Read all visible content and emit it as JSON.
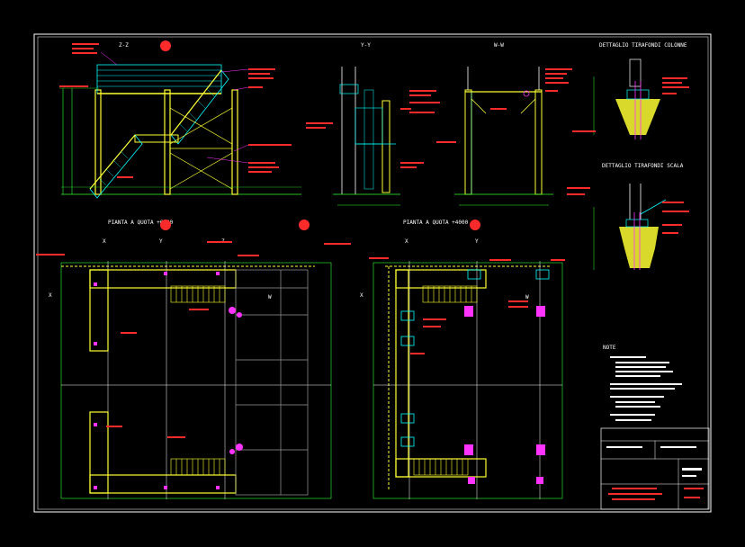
{
  "section_titles": {
    "zz": "Z-Z",
    "yy": "Y-Y",
    "ww": "W-W",
    "det_col": "DETTAGLIO TIRAFONDI COLONNE",
    "det_scala": "DETTAGLIO TIRAFONDI SCALA",
    "pianta1": "PIANTA A QUOTA +6800",
    "pianta2": "PIANTA A QUOTA +4000"
  },
  "axis_labels": {
    "x": "X",
    "y": "Y",
    "z": "Z",
    "w": "W"
  },
  "notes": {
    "title": "NOTE"
  },
  "colors": {
    "background": "#000000",
    "frame": "#ffffff",
    "steel": "#ffff33",
    "dimension": "#33ff33",
    "annotation": "#ff2a2a",
    "anchor": "#ff33ff",
    "grid": "#00ffff"
  },
  "icons": {
    "section_marker": "red-circle-marker",
    "north": "arrow-icon"
  }
}
